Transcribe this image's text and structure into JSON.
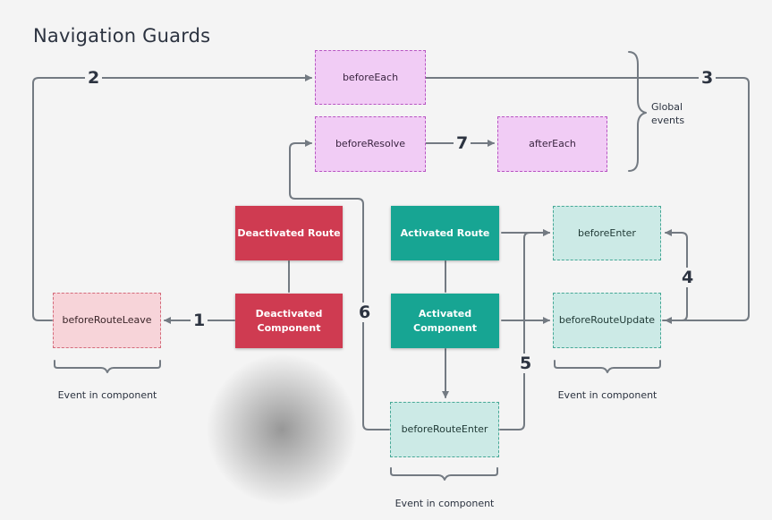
{
  "title": "Navigation Guards",
  "global_hooks": {
    "before_each": "beforeEach",
    "before_resolve": "beforeResolve",
    "after_each": "afterEach"
  },
  "global_label": "Global\nevents",
  "routes": {
    "deactivated_route": "Deactivated Route",
    "deactivated_component": "Deactivated\nComponent",
    "activated_route": "Activated Route",
    "activated_component": "Activated Component"
  },
  "component_hooks": {
    "before_route_leave": "beforeRouteLeave",
    "before_enter": "beforeEnter",
    "before_route_update": "beforeRouteUpdate",
    "before_route_enter": "beforeRouteEnter"
  },
  "step_numbers": [
    "1",
    "2",
    "3",
    "4",
    "5",
    "6",
    "7"
  ],
  "captions": {
    "left": "Event in component",
    "right": "Event in component",
    "bottom": "Event in component"
  },
  "colors": {
    "red": "#cf3b51",
    "teal": "#17a593",
    "global_fill": "#f1ccf5",
    "line": "#737a82"
  }
}
